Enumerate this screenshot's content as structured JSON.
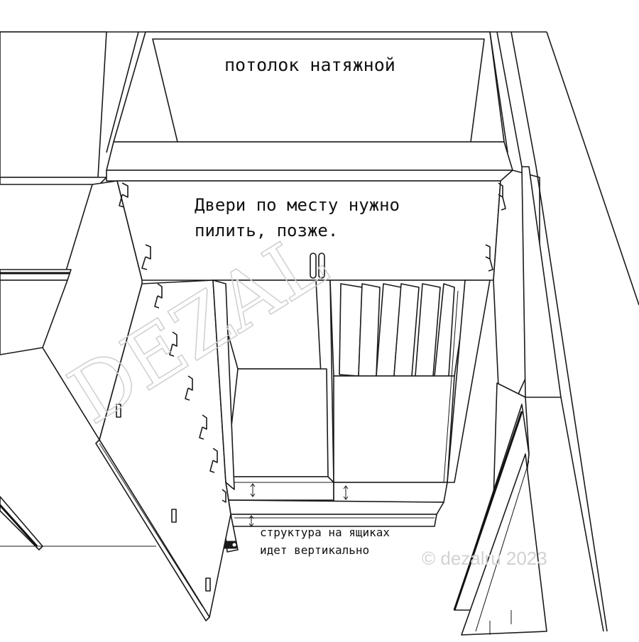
{
  "annotations": {
    "ceiling": "потолок натяжной",
    "doors_line1": "Двери по месту нужно",
    "doors_line2": "пилить, позже.",
    "drawers_line1": "структура на ящиках",
    "drawers_line2": "идет вертикально"
  },
  "watermark": {
    "logo_text": "DEZAL",
    "copyright": "© dezalru 2023"
  },
  "colors": {
    "line": "#1a1a1a",
    "background": "#ffffff",
    "watermark": "#cfcfcf"
  },
  "icons": [
    "hinge-icon",
    "vertical-arrow-icon",
    "drawer-handle-icon"
  ]
}
